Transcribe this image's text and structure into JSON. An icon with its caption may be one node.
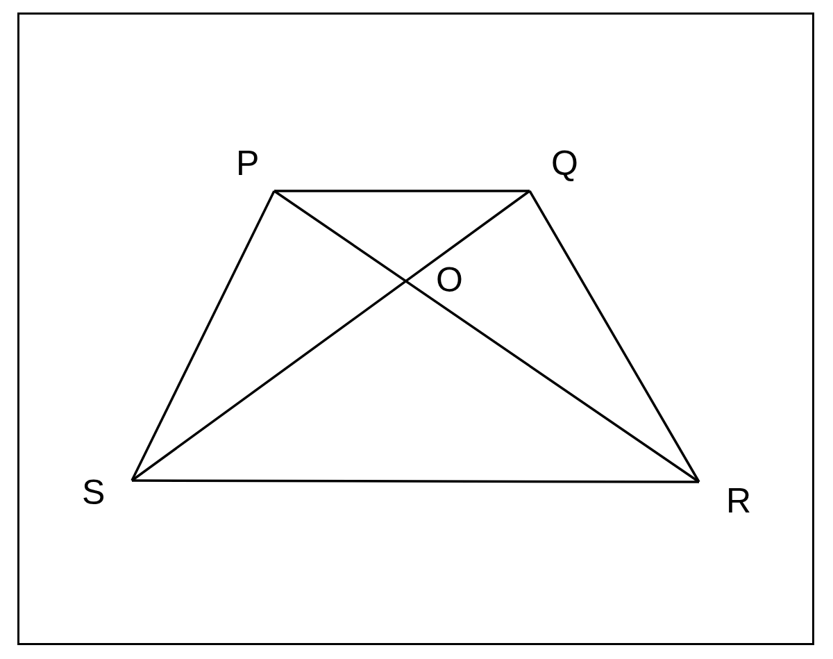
{
  "diagram": {
    "nodes": [
      {
        "text": [
          "P"
        ]
      },
      {
        "text": [
          "Q"
        ]
      },
      {
        "text": [
          "R"
        ]
      },
      {
        "text": [
          "S"
        ]
      }
    ],
    "edges": [
      {
        "from": 0,
        "to": 1,
        "arrow": "none"
      },
      {
        "from": 1,
        "to": 2,
        "arrow": "none"
      },
      {
        "from": 2,
        "to": 3,
        "arrow": "none"
      },
      {
        "from": 3,
        "to": 0,
        "arrow": "none"
      },
      {
        "from": 0,
        "to": 2,
        "arrow": "none"
      },
      {
        "from": 1,
        "to": 3,
        "arrow": "none"
      }
    ],
    "labels": [
      "O"
    ]
  }
}
